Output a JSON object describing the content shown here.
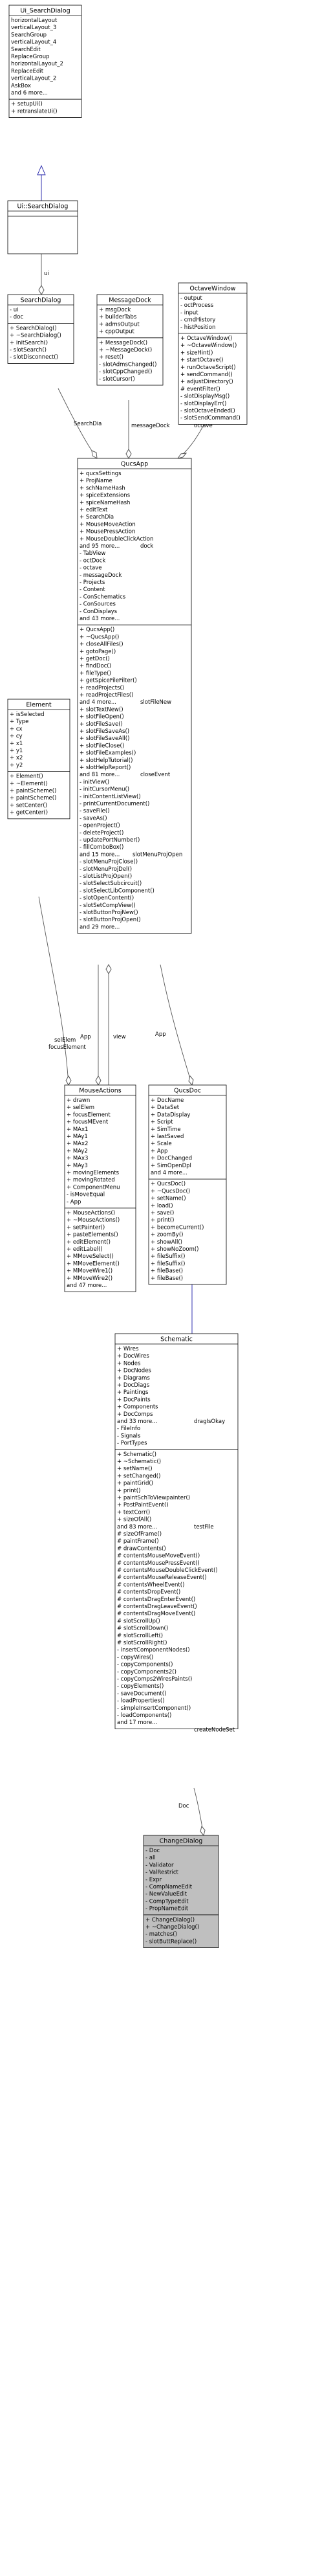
{
  "classes": {
    "ui_searchdialog_form": {
      "title": "Ui_SearchDialog",
      "attrs": [
        "horizontalLayout",
        "verticalLayout_3",
        "SearchGroup",
        "verticalLayout_4",
        "SearchEdit",
        "ReplaceGroup",
        "horizontalLayout_2",
        "ReplaceEdit",
        "verticalLayout_2",
        "AskBox",
        "and 6 more..."
      ],
      "ops": [
        "+ setupUi()",
        "+ retranslateUi()"
      ]
    },
    "ui_searchdialog": {
      "title": "Ui::SearchDialog",
      "attrs": [],
      "ops": []
    },
    "searchdialog": {
      "title": "SearchDialog",
      "attrs": [
        "- ui",
        "- doc"
      ],
      "ops": [
        "+ SearchDialog()",
        "+ ~SearchDialog()",
        "+ initSearch()",
        "- slotSearch()",
        "- slotDisconnect()"
      ]
    },
    "messagedock": {
      "title": "MessageDock",
      "attrs": [
        "+ msgDock",
        "+ builderTabs",
        "+ admsOutput",
        "+ cppOutput"
      ],
      "ops": [
        "+ MessageDock()",
        "+ ~MessageDock()",
        "+ reset()",
        "- slotAdmsChanged()",
        "- slotCppChanged()",
        "- slotCursor()"
      ]
    },
    "octavewindow": {
      "title": "OctaveWindow",
      "attrs": [
        "- output",
        "- octProcess",
        "- input",
        "- cmdHistory",
        "- histPosition"
      ],
      "ops": [
        "+ OctaveWindow()",
        "+ ~OctaveWindow()",
        "+ sizeHint()",
        "+ startOctave()",
        "+ runOctaveScript()",
        "+ sendCommand()",
        "+ adjustDirectory()",
        "# eventFilter()",
        "- slotDisplayMsg()",
        "- slotDisplayErr()",
        "- slotOctaveEnded()",
        "- slotSendCommand()"
      ]
    },
    "qucsapp": {
      "title": "QucsApp",
      "attrs": [
        "+ qucsSettings",
        "+ ProjName",
        "+ schNameHash",
        "+ spiceExtensions",
        "+ spiceNameHash",
        "+ editText",
        "+ SearchDia",
        "+ MouseMoveAction",
        "+ MousePressAction",
        "+ MouseDoubleClickAction",
        "and 95 more...",
        "- TabView",
        "- octDock",
        "- octave",
        "- messageDock",
        "- Projects",
        "- Content",
        "- ConSchematics",
        "- ConSources",
        "- ConDisplays",
        "and 43 more..."
      ],
      "ops": [
        "+ QucsApp()",
        "+ ~QucsApp()",
        "+ closeAllFiles()",
        "+ gotoPage()",
        "+ getDoc()",
        "+ findDoc()",
        "+ fileType()",
        "+ getSpiceFileFilter()",
        "+ readProjects()",
        "+ readProjectFiles()",
        "and 4 more...",
        "+ slotTextNew()",
        "+ slotFileOpen()",
        "+ slotFileSave()",
        "+ slotFileSaveAs()",
        "+ slotFileSaveAll()",
        "+ slotFileClose()",
        "+ slotFileExamples()",
        "+ slotHelpTutorial()",
        "+ slotHelpReport()",
        "and 81 more...",
        "- initView()",
        "- initCursorMenu()",
        "- initContentListView()",
        "- printCurrentDocument()",
        "- saveFile()",
        "- saveAs()",
        "- openProject()",
        "- deleteProject()",
        "- updatePortNumber()",
        "- fillComboBox()",
        "and 15 more...",
        "- slotMenuProjClose()",
        "- slotMenuProjDel()",
        "- slotListProjOpen()",
        "- slotSelectSubcircuit()",
        "- slotSelectLibComponent()",
        "- slotOpenContent()",
        "- slotSetCompView()",
        "- slotButtonProjNew()",
        "- slotButtonProjOpen()",
        "and 29 more..."
      ]
    },
    "element": {
      "title": "Element",
      "attrs": [
        "+ isSelected",
        "+ Type",
        "+ cx",
        "+ cy",
        "+ x1",
        "+ y1",
        "+ x2",
        "+ y2"
      ],
      "ops": [
        "+ Element()",
        "+ ~Element()",
        "+ paintScheme()",
        "+ paintScheme()",
        "+ setCenter()",
        "+ getCenter()"
      ]
    },
    "mouseactions": {
      "title": "MouseActions",
      "attrs": [
        "+ drawn",
        "+ selElem",
        "+ focusElement",
        "+ focusMEvent",
        "+ MAx1",
        "+ MAy1",
        "+ MAx2",
        "+ MAy2",
        "+ MAx3",
        "+ MAy3",
        "+ movingElements",
        "+ movingRotated",
        "+ ComponentMenu",
        "- isMoveEqual",
        "- App"
      ],
      "ops": [
        "+ MouseActions()",
        "+ ~MouseActions()",
        "+ setPainter()",
        "+ pasteElements()",
        "+ editElement()",
        "+ editLabel()",
        "+ MMoveSelect()",
        "+ MMoveElement()",
        "+ MMoveWire1()",
        "+ MMoveWire2()",
        "and 47 more..."
      ]
    },
    "qucsdoc": {
      "title": "QucsDoc",
      "attrs": [
        "+ DocName",
        "+ DataSet",
        "+ DataDisplay",
        "+ Script",
        "+ SimTime",
        "+ lastSaved",
        "+ Scale",
        "+ App",
        "+ DocChanged",
        "+ SimOpenDpl",
        "and 4 more..."
      ],
      "ops": [
        "+ QucsDoc()",
        "+ ~QucsDoc()",
        "+ setName()",
        "+ load()",
        "+ save()",
        "+ print()",
        "+ becomeCurrent()",
        "+ zoomBy()",
        "+ showAll()",
        "+ showNoZoom()",
        "+ fileSuffix()",
        "+ fileSuffix()",
        "+ fileBase()",
        "+ fileBase()"
      ]
    },
    "schematic": {
      "title": "Schematic",
      "attrs": [
        "+ Wires",
        "+ DocWires",
        "+ Nodes",
        "+ DocNodes",
        "+ Diagrams",
        "+ DocDiags",
        "+ Paintings",
        "+ DocPaints",
        "+ Components",
        "+ DocComps",
        "and 33 more...",
        "- FileInfo",
        "- Signals",
        "- PortTypes"
      ],
      "ops": [
        "+ Schematic()",
        "+ ~Schematic()",
        "+ setName()",
        "+ setChanged()",
        "+ paintGrid()",
        "+ print()",
        "+ paintSchToViewpainter()",
        "+ PostPaintEvent()",
        "+ textCorr()",
        "+ sizeOfAll()",
        "and 83 more...",
        "# sizeOfFrame()",
        "# paintFrame()",
        "# drawContents()",
        "# contentsMouseMoveEvent()",
        "# contentsMousePressEvent()",
        "# contentsMouseDoubleClickEvent()",
        "# contentsMouseReleaseEvent()",
        "# contentsWheelEvent()",
        "# contentsDropEvent()",
        "# contentsDragEnterEvent()",
        "# contentsDragLeaveEvent()",
        "# contentsDragMoveEvent()",
        "# slotScrollUp()",
        "# slotScrollDown()",
        "# slotScrollLeft()",
        "# slotScrollRight()",
        "- insertComponentNodes()",
        "- copyWires()",
        "- copyComponents()",
        "- copyComponents2()",
        "- copyComps2WiresPaints()",
        "- copyElements()",
        "- saveDocument()",
        "- loadProperties()",
        "- simpleInsertComponent()",
        "- loadComponents()",
        "and 17 more..."
      ]
    },
    "changedialog": {
      "title": "ChangeDialog",
      "attrs": [
        "- Doc",
        "- all",
        "- Validator",
        "- ValRestrict",
        "- Expr",
        "- CompNameEdit",
        "- NewValueEdit",
        "- CompTypeEdit",
        "- PropNameEdit"
      ],
      "ops": [
        "+ ChangeDialog()",
        "+ ~ChangeDialog()",
        "- matches()",
        "- slotButtReplace()"
      ]
    }
  },
  "edge_labels": {
    "ui": "ui",
    "search_dia": "SearchDia",
    "message_dock": "messageDock",
    "octave": "octave",
    "sel_elem": "selElem",
    "focus_element": "focusElement",
    "view": "view",
    "app_mouse": "App",
    "app_doc": "App",
    "drag_is_okay": "dragIsOkay",
    "test_file": "testFile",
    "close_event": "closeEvent",
    "slot_file_new": "slotFileNew",
    "dock": "dock",
    "slot_menu_proj_open": "slotMenuProjOpen",
    "create_node_set": "createNodeSet",
    "doc": "Doc"
  },
  "colors": {
    "highlight_fill": "#bfbfbf",
    "inheritance_edge": "#1a1aa6",
    "usage_edge": "#555555"
  }
}
